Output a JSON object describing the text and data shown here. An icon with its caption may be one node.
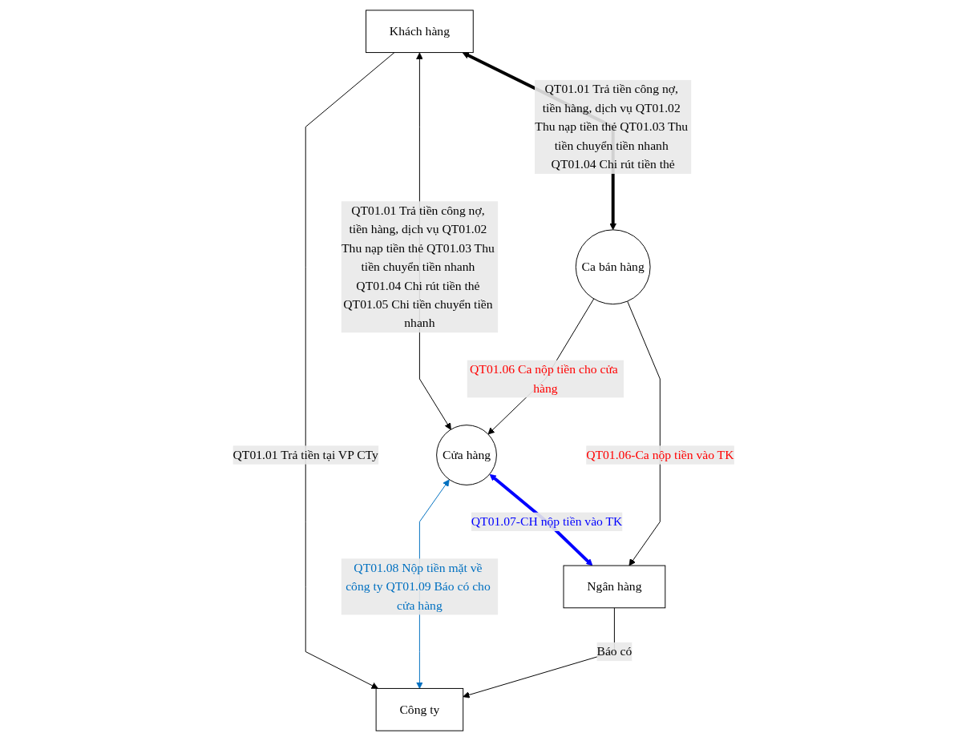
{
  "diagram": {
    "nodes": [
      {
        "text": [
          "Khách hàng"
        ]
      },
      {
        "text": [
          "Công ty"
        ]
      },
      {
        "text": [
          "Ngân hàng"
        ]
      },
      {
        "text": [
          "Cửa hàng"
        ]
      },
      {
        "text": [
          "Ca bán hàng"
        ]
      }
    ],
    "edges": [
      {
        "from": 0,
        "to": 1,
        "arrow": "to",
        "label": "QT01.01 Trả tiền tại VP CTy"
      },
      {
        "from": 0,
        "to": 3,
        "arrow": "both",
        "label": "QT01.01 Trả tiền công nợ, tiền hàng, dịch vụ QT01.02 Thu nạp tiền thẻ QT01.03 Thu tiền chuyển tiền nhanh QT01.04 Chi rút tiền thẻ QT01.05 Chi tiền chuyển tiền nhanh"
      },
      {
        "from": 0,
        "to": 4,
        "arrow": "both",
        "style": "thick",
        "label": "QT01.01 Trả tiền công nợ, tiền hàng, dịch vụ QT01.02 Thu nạp tiền thẻ QT01.03 Thu tiền chuyển tiền nhanh QT01.04 Chi rút tiền thẻ"
      },
      {
        "from": 3,
        "to": 1,
        "arrow": "both",
        "color": "#0070c0",
        "label": "QT01.08 Nộp tiền mặt về công ty QT01.09 Báo có cho cửa hàng"
      },
      {
        "from": 3,
        "to": 2,
        "arrow": "both",
        "style": "thick",
        "color": "#0000ff",
        "label": "QT01.07-CH nộp tiền vào TK"
      },
      {
        "from": 2,
        "to": 1,
        "arrow": "to",
        "label": "Báo có"
      },
      {
        "from": 4,
        "to": 3,
        "arrow": "to",
        "label": "QT01.06 Ca nộp tiền cho cửa hàng"
      },
      {
        "from": 4,
        "to": 2,
        "arrow": "to",
        "label": "QT01.06-Ca nộp tiền vào TK"
      }
    ]
  }
}
